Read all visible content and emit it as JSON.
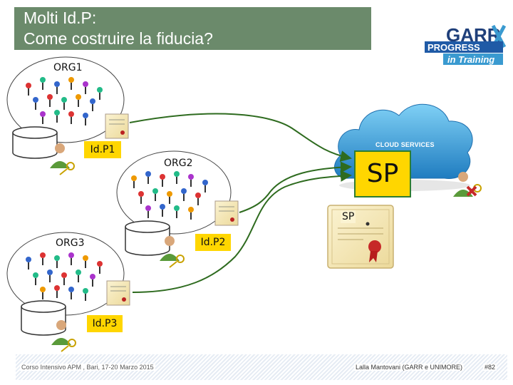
{
  "slide": {
    "title_line1": "Molti Id.P:",
    "title_line2": "Come costruire la fiducia?"
  },
  "logo": {
    "name": "GARR",
    "line1": "PROGRESS",
    "line2": "in Training"
  },
  "organizations": [
    {
      "label": "ORG1",
      "idp_label": "Id.P1"
    },
    {
      "label": "ORG2",
      "idp_label": "Id.P2"
    },
    {
      "label": "ORG3",
      "idp_label": "Id.P3"
    }
  ],
  "service_provider": {
    "cloud_label": "CLOUD SERVICES",
    "box_label": "SP",
    "certificate_label": "SP"
  },
  "footer": {
    "left": "Corso Intensivo APM , Bari, 17-20 Marzo 2015",
    "right": "Lalla Mantovani (GARR e UNIMORE)",
    "page": "#82"
  },
  "colors": {
    "title_bar": "#6b8a6b",
    "idp_box": "#ffd600",
    "arrow": "#2e6b1f",
    "cloud": "#3fa3dc"
  }
}
